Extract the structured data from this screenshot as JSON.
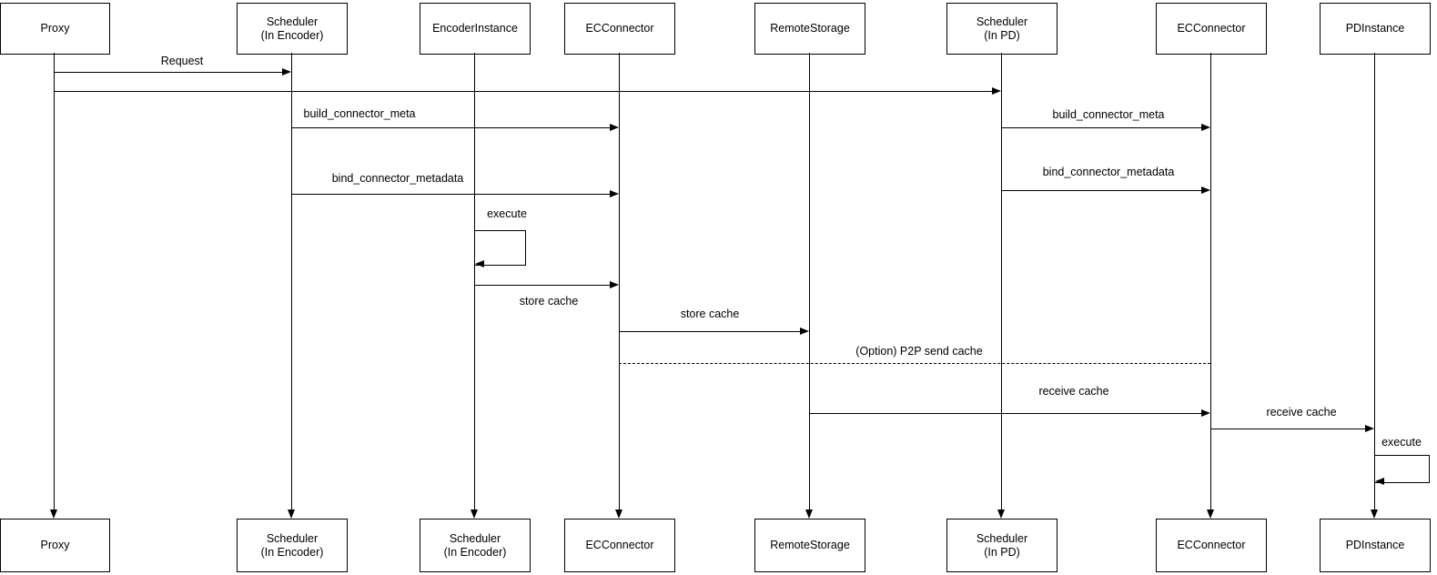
{
  "diagram": {
    "type": "uml-sequence",
    "background_color": "#ffffff",
    "line_color": "#000000",
    "actors_top": [
      {
        "label": "Proxy"
      },
      {
        "label": "Scheduler\n(In Encoder)"
      },
      {
        "label": "EncoderInstance"
      },
      {
        "label": "ECConnector"
      },
      {
        "label": "RemoteStorage"
      },
      {
        "label": "Scheduler\n(In PD)"
      },
      {
        "label": "ECConnector"
      },
      {
        "label": "PDInstance"
      }
    ],
    "actors_bottom": [
      {
        "label": "Proxy"
      },
      {
        "label": "Scheduler\n(In Encoder)"
      },
      {
        "label": "Scheduler\n(In Encoder)"
      },
      {
        "label": "ECConnector"
      },
      {
        "label": "RemoteStorage"
      },
      {
        "label": "Scheduler\n(In PD)"
      },
      {
        "label": "ECConnector"
      },
      {
        "label": "PDInstance"
      }
    ],
    "messages": [
      {
        "label": "Request",
        "from": "Proxy",
        "to": "Scheduler (In Encoder)",
        "style": "solid"
      },
      {
        "label": "",
        "from": "Proxy",
        "to": "Scheduler (In PD)",
        "style": "solid"
      },
      {
        "label": "build_connector_meta",
        "from": "Scheduler (In Encoder)",
        "to": "ECConnector",
        "style": "solid"
      },
      {
        "label": "bind_connector_metadata",
        "from": "Scheduler (In Encoder)",
        "to": "ECConnector",
        "style": "solid"
      },
      {
        "label": "execute",
        "from": "EncoderInstance",
        "to": "EncoderInstance",
        "style": "self-loop"
      },
      {
        "label": "store cache",
        "from": "EncoderInstance",
        "to": "ECConnector",
        "style": "solid"
      },
      {
        "label": "store cache",
        "from": "ECConnector",
        "to": "RemoteStorage",
        "style": "solid"
      },
      {
        "label": "(Option) P2P send cache",
        "from": "ECConnector",
        "to": "ECConnector (PD side)",
        "style": "dashed"
      },
      {
        "label": "build_connector_meta",
        "from": "Scheduler (In PD)",
        "to": "ECConnector",
        "style": "solid"
      },
      {
        "label": "bind_connector_metadata",
        "from": "Scheduler (In PD)",
        "to": "ECConnector",
        "style": "solid"
      },
      {
        "label": "receive cache",
        "from": "RemoteStorage",
        "to": "ECConnector (PD side)",
        "style": "solid"
      },
      {
        "label": "receive cache",
        "from": "ECConnector (PD side)",
        "to": "PDInstance",
        "style": "solid"
      },
      {
        "label": "execute",
        "from": "PDInstance",
        "to": "PDInstance",
        "style": "self-loop"
      }
    ]
  }
}
